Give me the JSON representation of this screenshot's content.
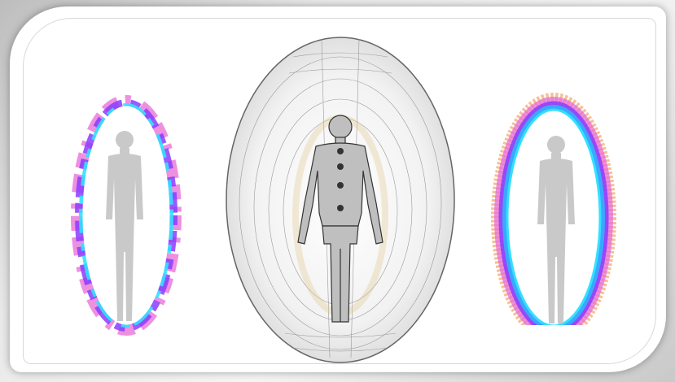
{
  "image": {
    "subject": "human-aura-illustration",
    "panels": [
      {
        "id": "left-aura",
        "style": "irregular-spiky-aura"
      },
      {
        "id": "center-aura",
        "style": "engraved-egg-shaped-aura-with-chakras"
      },
      {
        "id": "right-aura",
        "style": "smooth-full-aura"
      }
    ],
    "colors": {
      "aura_blue": "#3aa8ff",
      "aura_cyan": "#33e0ff",
      "aura_violet": "#8a3cff",
      "aura_magenta": "#e86bd6",
      "aura_orange": "#f0a060",
      "silhouette": "#c9c9c9",
      "engraving": "#444444"
    }
  }
}
